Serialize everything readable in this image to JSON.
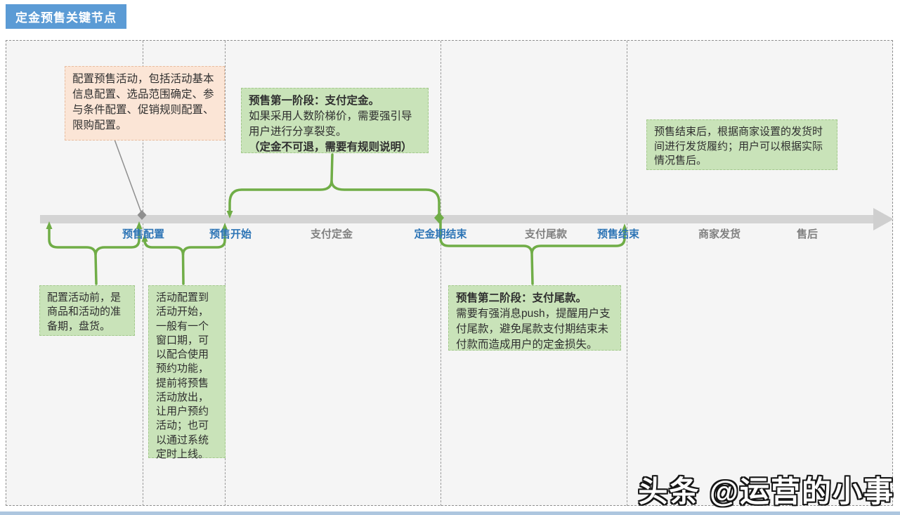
{
  "title": "定金预售关键节点",
  "watermark": "头条 @运营的小事",
  "timeline": {
    "stages": [
      {
        "label": "预售配置",
        "highlight": true
      },
      {
        "label": "预售开始",
        "highlight": true
      },
      {
        "label": "支付定金",
        "highlight": false
      },
      {
        "label": "定金期结束",
        "highlight": true
      },
      {
        "label": "支付尾款",
        "highlight": false
      },
      {
        "label": "预售结束",
        "highlight": true
      },
      {
        "label": "商家发货",
        "highlight": false
      },
      {
        "label": "售后",
        "highlight": false
      }
    ]
  },
  "annotations": {
    "config_box": {
      "text": "配置预售活动，包括活动基本信息配置、选品范围确定、参与条件配置、促销规则配置、限购配置。"
    },
    "stage1_box": {
      "title": "预售第一阶段：支付定金。",
      "body": "如果采用人数阶梯价，需要强引导用户进行分享裂变。",
      "note": "（定金不可退，需要有规则说明）"
    },
    "after_box": {
      "text": "预售结束后，根据商家设置的发货时间进行发货履约；用户可以根据实际情况售后。"
    },
    "prep_box": {
      "text": "配置活动前，是商品和活动的准备期，盘货。"
    },
    "window_box": {
      "text": "活动配置到活动开始，一般有一个窗口期，可以配合使用预约功能，提前将预售活动放出，让用户预约活动；也可以通过系统定时上线。"
    },
    "stage2_box": {
      "title": "预售第二阶段：支付尾款。",
      "body": "需要有强消息push，提醒用户支付尾款，避免尾款支付期结束未付款而造成用户的定金损失。"
    }
  },
  "colors": {
    "title_bg": "#5B9BD5",
    "stage_highlight": "#2E75B6",
    "stage_normal": "#808080",
    "brace_green": "#70AD47",
    "green_box_bg": "#C9E3B9",
    "green_box_border": "#A3C98C",
    "orange_box_bg": "#FBE5D6",
    "orange_box_border": "#E8BD9F",
    "timeline_bar": "#D4D4D4",
    "bottom_bar": "#ADC6DF"
  }
}
